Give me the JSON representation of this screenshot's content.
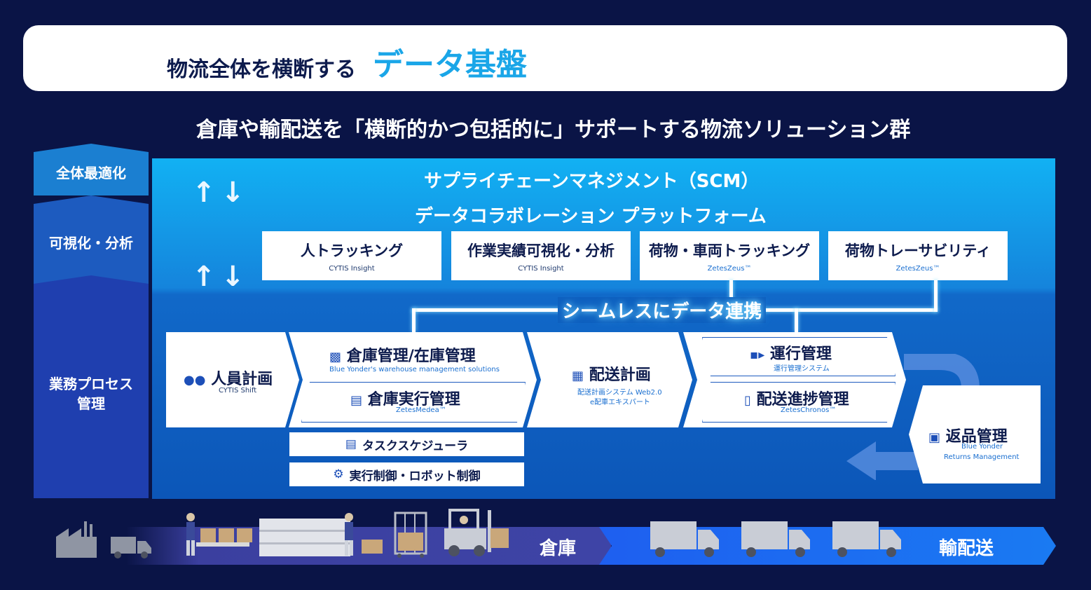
{
  "title": {
    "prefix": "物流全体を横断する",
    "emphasis": "データ基盤"
  },
  "subtitle": "倉庫や輸配送を「横断的かつ包括的に」サポートする物流ソリューション群",
  "left_column": {
    "level1": "全体最適化",
    "level2": "可視化・分析",
    "level3": "業務プロセス\n管理"
  },
  "layers": {
    "scm": "サプライチェーンマネジメント（SCM）",
    "data_platform": "データコラボレーション プラットフォーム"
  },
  "top_cards": [
    {
      "title": "人トラッキング",
      "product": "CYTIS Insight"
    },
    {
      "title": "作業実績可視化・分析",
      "product": "CYTIS Insight"
    },
    {
      "title": "荷物・車両トラッキング",
      "product": "ZetesZeus™"
    },
    {
      "title": "荷物トレーサビリティ",
      "product": "ZetesZeus™"
    }
  ],
  "seamless_label": "シームレスにデータ連携",
  "processes": {
    "staff": {
      "title": "人員計画",
      "product": "CYTIS Shift"
    },
    "wms": {
      "title": "倉庫管理/在庫管理",
      "product": "Blue Yonder's warehouse management solutions"
    },
    "wes": {
      "title": "倉庫実行管理",
      "product": "ZetesMedea™"
    },
    "delivery": {
      "title": "配送計画",
      "product_line1": "配送計画システム Web2.0",
      "product_line2": "e配車エキスパート"
    },
    "operation": {
      "title": "運行管理",
      "product": "運行管理システム"
    },
    "progress": {
      "title": "配送進捗管理",
      "product": "ZetesChronos™"
    },
    "task": {
      "title": "タスクスケジューラ"
    },
    "robot": {
      "title": "実行制御・ロボット制御"
    },
    "returns": {
      "title": "返品管理",
      "product_line1": "Blue Yonder",
      "product_line2": "Returns Management"
    }
  },
  "bottom": {
    "warehouse": "倉庫",
    "transport": "輸配送"
  },
  "colors": {
    "background": "#0a1446",
    "accent": "#1aa6e8",
    "panel_top": "#12b1f3",
    "panel_bottom": "#0c56b8"
  }
}
